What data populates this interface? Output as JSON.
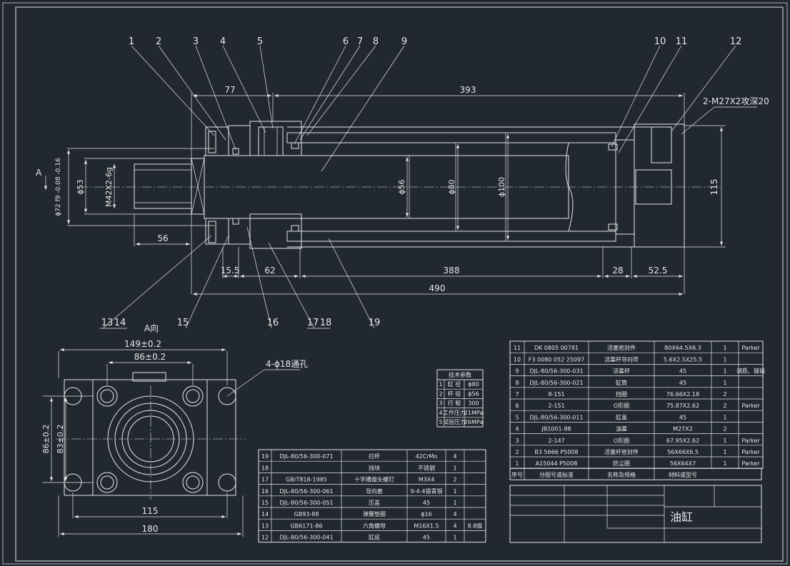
{
  "title_block": {
    "name": "油缸"
  },
  "view_label": "A向",
  "arrow_label": "A",
  "callouts": [
    "1",
    "2",
    "3",
    "4",
    "5",
    "6",
    "7",
    "8",
    "9",
    "10",
    "11",
    "12",
    "13",
    "14",
    "15",
    "16",
    "17",
    "18",
    "19"
  ],
  "dims": {
    "d77": "77",
    "d393": "393",
    "d56_bottom": "56",
    "d15_5": "15.5",
    "d62": "62",
    "d388": "388",
    "d28": "28",
    "d52_5": "52.5",
    "d490": "490",
    "d115_right": "115",
    "d_phi53": "ϕ53",
    "d_m42": "M42X2-6g",
    "d_phi72": "ϕ72 f9 -0.08 -0.16",
    "d_phi56": "ϕ56",
    "d_phi80": "ϕ80",
    "d_phi100": "ϕ100",
    "thread_note": "2-M27X2攻深20",
    "a_149": "149±0.2",
    "a_86": "86±0.2",
    "a_115": "115",
    "a_180": "180",
    "a_86v": "86±0.2",
    "a_83v": "83±0.2",
    "a_holes": "4-ϕ18通孔"
  },
  "tech_params": {
    "title": "技术参数",
    "rows": [
      [
        "1",
        "缸  径",
        "ϕ80"
      ],
      [
        "2",
        "杆  径",
        "ϕ56"
      ],
      [
        "3",
        "行  程",
        "300"
      ],
      [
        "4",
        "工作压力",
        "21MPa"
      ],
      [
        "5",
        "试验压力",
        "26MPa"
      ]
    ]
  },
  "bom_left": [
    [
      "19",
      "DJL-80/56-300-071",
      "拉杆",
      "42CrMo",
      "4",
      ""
    ],
    [
      "18",
      "",
      "挡块",
      "不锈钢",
      "1",
      ""
    ],
    [
      "17",
      "GB/T818-1985",
      "十字槽盘头螺钉",
      "M3X4",
      "2",
      ""
    ],
    [
      "16",
      "DJL-80/56-300-061",
      "导向套",
      "9-4-4锡青铜",
      "1",
      ""
    ],
    [
      "15",
      "DJL-80/56-300-051",
      "压盖",
      "45",
      "1",
      ""
    ],
    [
      "14",
      "GB93-88",
      "弹簧垫圈",
      "ϕ16",
      "4",
      ""
    ],
    [
      "13",
      "GB6171-86",
      "六角螺母",
      "M16X1.5",
      "4",
      "8.8级"
    ],
    [
      "12",
      "DJL-80/56-300-041",
      "缸底",
      "45",
      "1",
      ""
    ]
  ],
  "bom_right": [
    [
      "11",
      "DK 0805 00781",
      "活塞密封件",
      "80X64.5X6.3",
      "1",
      "Parker"
    ],
    [
      "10",
      "F3 0080 052 25097",
      "活塞杆导向带",
      "5.6X2.5X25.5",
      "1",
      ""
    ],
    [
      "9",
      "DJL-80/56-300-031",
      "活塞杆",
      "45",
      "1",
      "调质、镀铬"
    ],
    [
      "8",
      "DJL-80/56-300-021",
      "缸筒",
      "45",
      "1",
      ""
    ],
    [
      "7",
      "8-151",
      "挡圈",
      "76.66X2.18",
      "2",
      ""
    ],
    [
      "6",
      "2-151",
      "O形圈",
      "75.87X2.62",
      "2",
      "Parker"
    ],
    [
      "5",
      "DJL-80/56-300-011",
      "缸盖",
      "45",
      "1",
      ""
    ],
    [
      "4",
      "JB1001-88",
      "油塞",
      "M27X2",
      "2",
      ""
    ],
    [
      "3",
      "2-147",
      "O形圈",
      "67.95X2.62",
      "1",
      "Parker"
    ],
    [
      "2",
      "B3 5666 P5008",
      "活塞杆密封件",
      "56X66X6.5",
      "1",
      "Parker"
    ],
    [
      "1",
      "A15044 P5008",
      "防尘圈",
      "56X64X7",
      "1",
      "Parker"
    ]
  ],
  "bom_header": [
    "序号",
    "分图号或标准",
    "名称及规格",
    "材料或型号"
  ]
}
